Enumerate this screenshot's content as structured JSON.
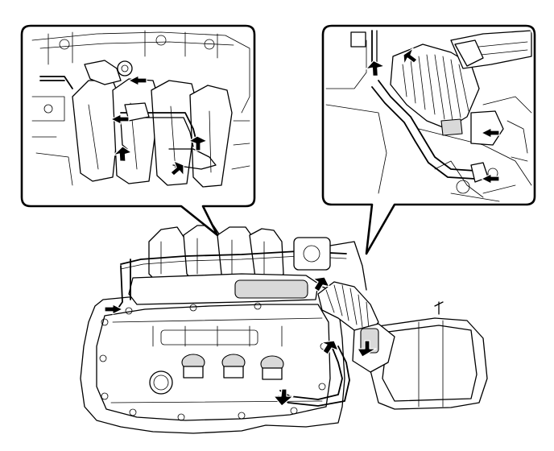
{
  "figure": {
    "description_free": true,
    "stroke_color": "#000000",
    "background_color": "#ffffff",
    "callout_left": {
      "name": "detail-view-intake-manifold",
      "arrow_count": 5
    },
    "callout_right": {
      "name": "detail-view-air-intake-hose",
      "arrow_count": 4
    },
    "main_view": {
      "name": "engine-assembly",
      "arrow_count": 5
    }
  }
}
